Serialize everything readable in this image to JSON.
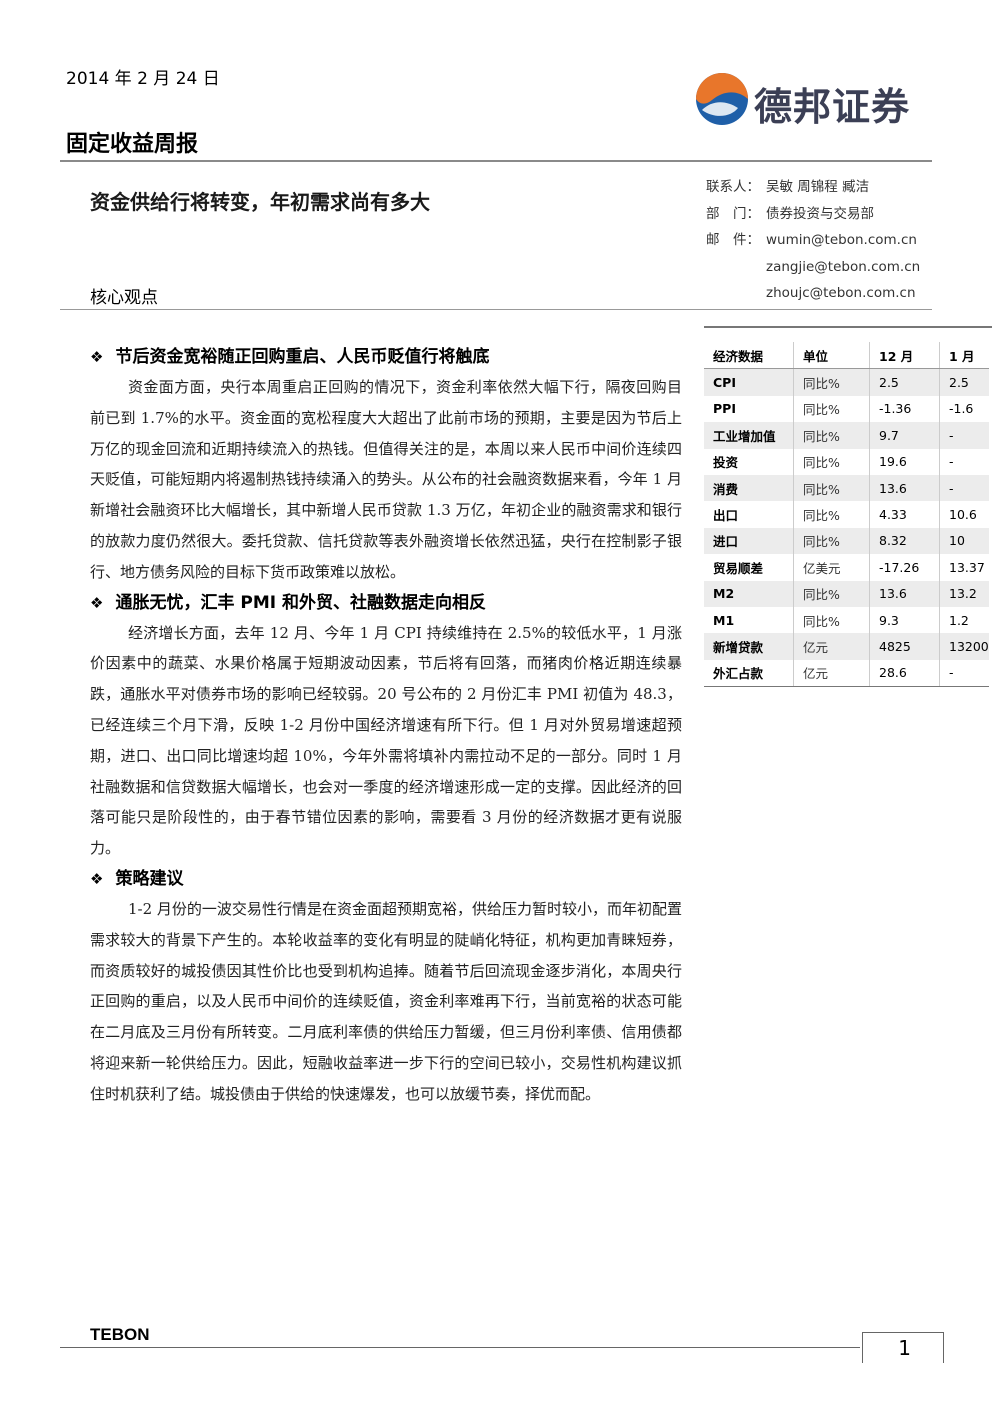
{
  "header": {
    "date": "2014 年 2 月 24 日",
    "logo_text": "德邦证券",
    "report_type": "固定收益周报"
  },
  "headline": "资金供给行将转变，年初需求尚有多大",
  "core_label": "核心观点",
  "contact": {
    "people_label": "联系人：",
    "people": "吴敏 周锦程 臧洁",
    "dept_label": "部　门：",
    "dept": "债券投资与交易部",
    "email_label": "邮　件：",
    "emails": [
      "wumin@tebon.com.cn",
      "zangjie@tebon.com.cn",
      "zhoujc@tebon.com.cn"
    ]
  },
  "sections": [
    {
      "title": "节后资金宽裕随正回购重启、人民币贬值行将触底",
      "body": "资金面方面，央行本周重启正回购的情况下，资金利率依然大幅下行，隔夜回购目前已到 1.7%的水平。资金面的宽松程度大大超出了此前市场的预期，主要是因为节后上万亿的现金回流和近期持续流入的热钱。但值得关注的是，本周以来人民币中间价连续四天贬值，可能短期内将遏制热钱持续涌入的势头。从公布的社会融资数据来看，今年 1 月新增社会融资环比大幅增长，其中新增人民币贷款 1.3 万亿，年初企业的融资需求和银行的放款力度仍然很大。委托贷款、信托贷款等表外融资增长依然迅猛，央行在控制影子银行、地方债务风险的目标下货币政策难以放松。"
    },
    {
      "title": "通胀无忧，汇丰 PMI 和外贸、社融数据走向相反",
      "body": "经济增长方面，去年 12 月、今年 1 月 CPI 持续维持在 2.5%的较低水平，1 月涨价因素中的蔬菜、水果价格属于短期波动因素，节后将有回落，而猪肉价格近期连续暴跌，通胀水平对债券市场的影响已经较弱。20 号公布的 2 月份汇丰 PMI 初值为 48.3，已经连续三个月下滑，反映 1-2 月份中国经济增速有所下行。但 1 月对外贸易增速超预期，进口、出口同比增速均超 10%，今年外需将填补内需拉动不足的一部分。同时 1 月社融数据和信贷数据大幅增长，也会对一季度的经济增速形成一定的支撑。因此经济的回落可能只是阶段性的，由于春节错位因素的影响，需要看 3 月份的经济数据才更有说服力。"
    },
    {
      "title": "策略建议",
      "body": "1-2 月份的一波交易性行情是在资金面超预期宽裕，供给压力暂时较小，而年初配置需求较大的背景下产生的。本轮收益率的变化有明显的陡峭化特征，机构更加青睐短券，而资质较好的城投债因其性价比也受到机构追捧。随着节后回流现金逐步消化，本周央行正回购的重启，以及人民币中间价的连续贬值，资金利率难再下行，当前宽裕的状态可能在二月底及三月份有所转变。二月底利率债的供给压力暂缓，但三月份利率债、信用债都将迎来新一轮供给压力。因此，短融收益率进一步下行的空间已较小，交易性机构建议抓住时机获利了结。城投债由于供给的快速爆发，也可以放缓节奏，择优而配。"
    }
  ],
  "econ_table": {
    "headers": [
      "经济数据",
      "单位",
      "12 月",
      "1 月"
    ],
    "rows": [
      [
        "CPI",
        "同比%",
        "2.5",
        "2.5"
      ],
      [
        "PPI",
        "同比%",
        "-1.36",
        "-1.6"
      ],
      [
        "工业增加值",
        "同比%",
        "9.7",
        "-"
      ],
      [
        "投资",
        "同比%",
        "19.6",
        "-"
      ],
      [
        "消费",
        "同比%",
        "13.6",
        "-"
      ],
      [
        "出口",
        "同比%",
        "4.33",
        "10.6"
      ],
      [
        "进口",
        "同比%",
        "8.32",
        "10"
      ],
      [
        "贸易顺差",
        "亿美元",
        "-17.26",
        "13.37"
      ],
      [
        "M2",
        "同比%",
        "13.6",
        "13.2"
      ],
      [
        "M1",
        "同比%",
        "9.3",
        "1.2"
      ],
      [
        "新增贷款",
        "亿元",
        "4825",
        "13200"
      ],
      [
        "外汇占款",
        "亿元",
        "28.6",
        "-"
      ]
    ]
  },
  "footer": {
    "brand": "TEBON",
    "page": "1"
  },
  "colors": {
    "logo_orange": "#e8762b",
    "logo_blue": "#1f5fa8",
    "logo_text": "#3b3f55",
    "table_shade": "#ececec"
  }
}
